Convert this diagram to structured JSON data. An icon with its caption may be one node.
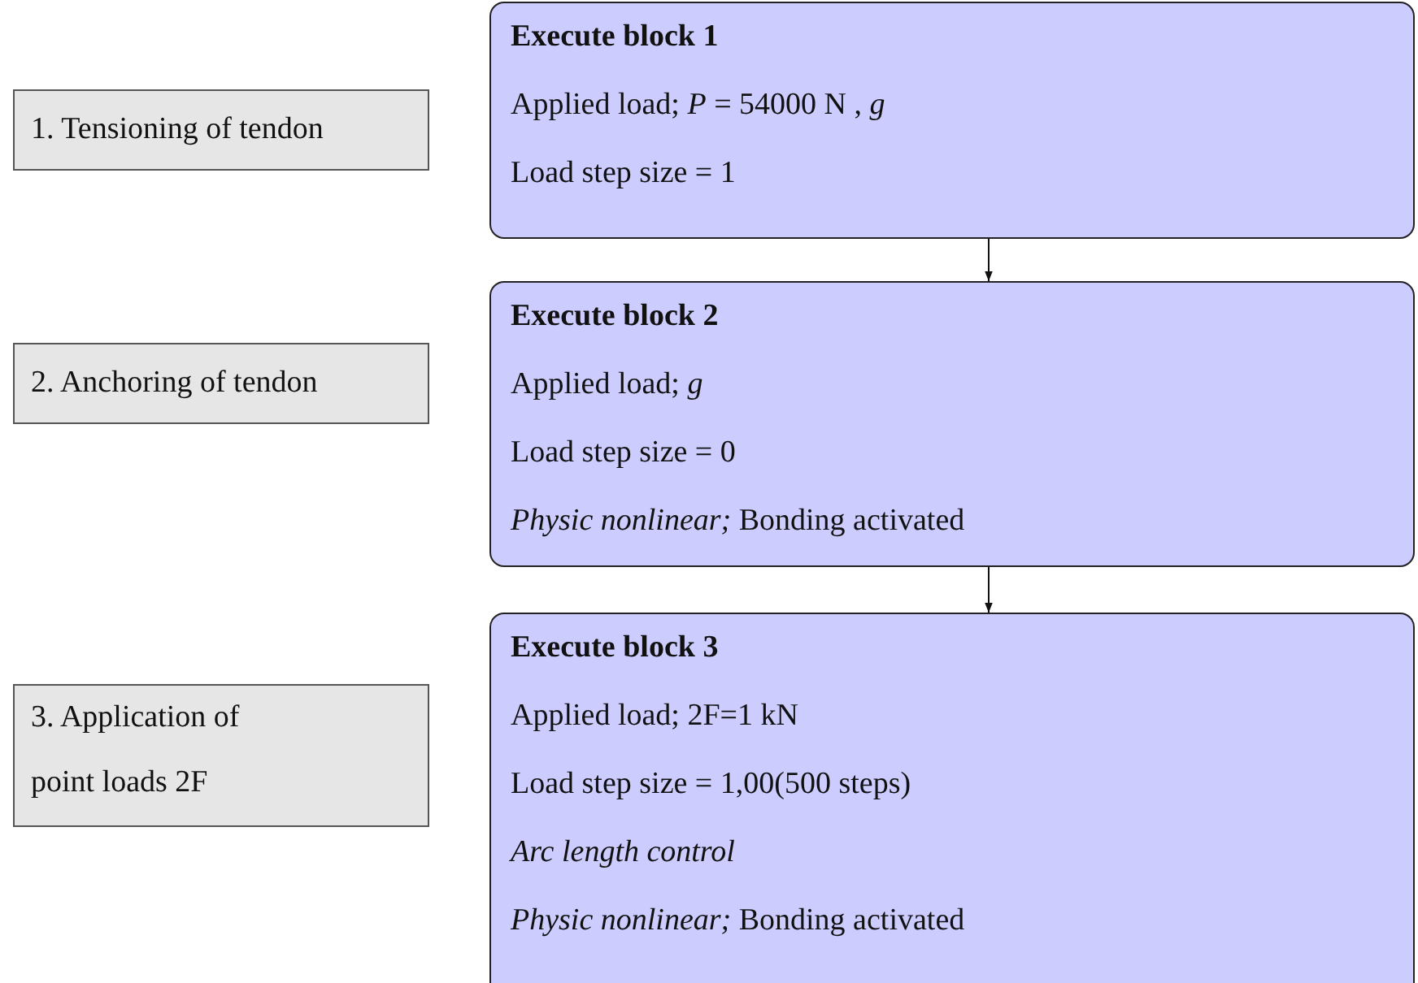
{
  "diagram": {
    "nodes": [
      {
        "text": [
          "Execute block 1",
          "Applied load; *P* = 54000 N , *g*",
          "Load step size = 1"
        ]
      },
      {
        "text": [
          "1. Tensioning of tendon"
        ]
      },
      {
        "text": [
          "Execute block 2",
          "Applied load; *g*",
          "Load step size = 0",
          "*Physic nonlinear;* Bonding activated"
        ]
      },
      {
        "text": [
          "2. Anchoring of tendon"
        ]
      },
      {
        "text": [
          "Execute block 3",
          "Applied load; 2F=1 kN",
          "Load step size = 1,00(500 steps)",
          "*Arc length control*",
          "*Physic nonlinear;* Bonding activated"
        ]
      },
      {
        "text": [
          "3. Application of point loads 2F"
        ]
      }
    ],
    "edges": [
      {
        "from": 0,
        "to": 2,
        "arrow": "to"
      },
      {
        "from": 2,
        "to": 4,
        "arrow": "to"
      }
    ]
  }
}
